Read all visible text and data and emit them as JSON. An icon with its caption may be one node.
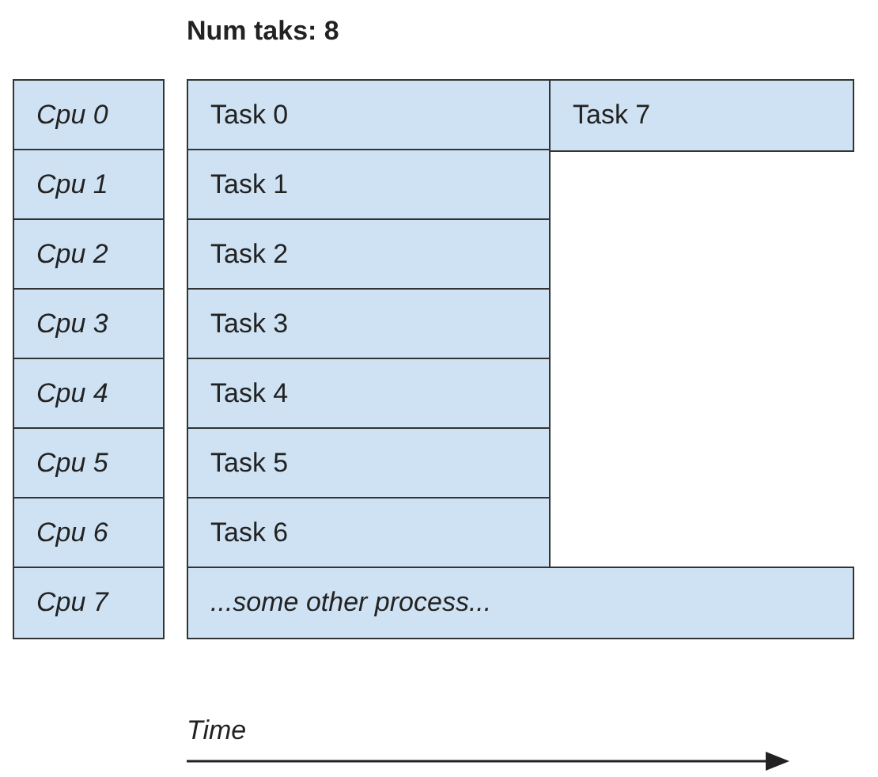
{
  "diagram": {
    "title": "Num taks: 8",
    "nodes": [
      {
        "text": [
          "Cpu 0"
        ]
      },
      {
        "text": [
          "Task 0"
        ]
      },
      {
        "text": [
          "Task 7"
        ]
      },
      {
        "text": [
          "Cpu 1"
        ]
      },
      {
        "text": [
          "Task 1"
        ]
      },
      {
        "text": [
          "Cpu 2"
        ]
      },
      {
        "text": [
          "Task 2"
        ]
      },
      {
        "text": [
          "Cpu 3"
        ]
      },
      {
        "text": [
          "Task 3"
        ]
      },
      {
        "text": [
          "Cpu 4"
        ]
      },
      {
        "text": [
          "Task 4"
        ]
      },
      {
        "text": [
          "Cpu 5"
        ]
      },
      {
        "text": [
          "Task 5"
        ]
      },
      {
        "text": [
          "Cpu 6"
        ]
      },
      {
        "text": [
          "Task 6"
        ]
      },
      {
        "text": [
          "Cpu 7"
        ]
      },
      {
        "text": [
          "...some other process..."
        ]
      }
    ],
    "edges": [],
    "labels": [
      "Time"
    ]
  }
}
